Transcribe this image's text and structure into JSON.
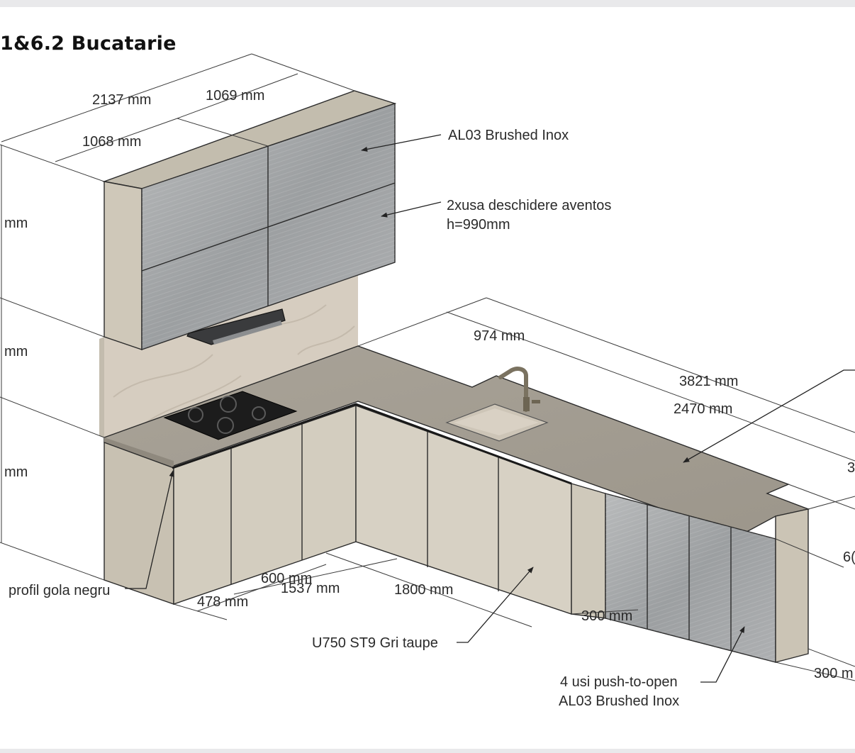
{
  "title": "1&6.2 Bucatarie",
  "dimensions": {
    "upper_total": "2137 mm",
    "upper_right": "1069 mm",
    "upper_left": "1068 mm",
    "height_upper": "mm",
    "height_backsplash": "mm",
    "height_base": "mm",
    "run_974": "974 mm",
    "run_3821": "3821 mm",
    "run_2470": "2470 mm",
    "partial_3": "3",
    "partial_6": "6(",
    "left_600": "600 mm",
    "left_478": "478 mm",
    "front_1537": "1537 mm",
    "front_1800": "1800 mm",
    "depth_300a": "300 mm",
    "depth_300b": "300 m"
  },
  "labels": {
    "upper_finish": "AL03 Brushed Inox",
    "upper_doors_line1": "2xusa deschidere aventos",
    "upper_doors_line2": "h=990mm",
    "profile": "profil gola negru",
    "base_finish": "U750 ST9 Gri taupe",
    "push_doors_line1": "4 usi push-to-open",
    "push_doors_line2": "AL03 Brushed Inox"
  },
  "colors": {
    "steel": "#a3a6a8",
    "taupe": "#d1cbbd",
    "counter": "#a49e94",
    "marble": "#d6cdc0",
    "hob": "#1c1c1c"
  }
}
